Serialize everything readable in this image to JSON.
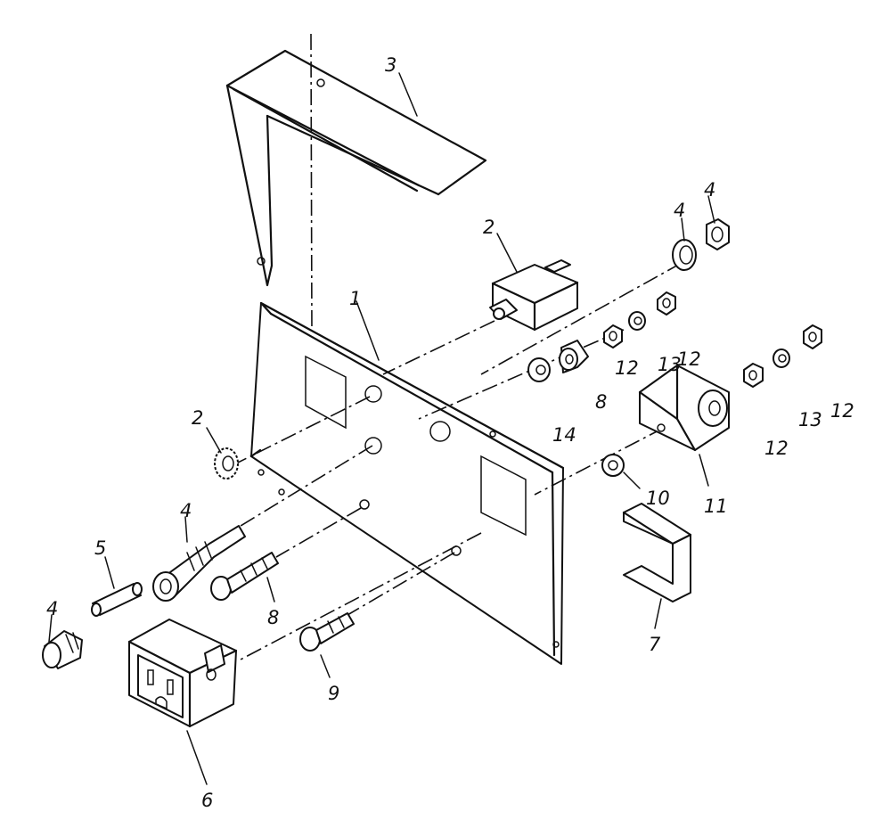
{
  "callouts": {
    "panel": "1",
    "switch_rear": "2",
    "switch_ring": "2",
    "bracket_top": "3",
    "nut_top": "4",
    "washer_top": "4",
    "fuse_holder": "4",
    "fuse_cap": "4",
    "fuse": "5",
    "outlet": "6",
    "clip": "7",
    "bushing": "8",
    "screw_8": "8",
    "screw_9": "9",
    "lock_washer": "10",
    "small_bracket": "11",
    "nut_a": "12",
    "nut_b": "12",
    "nut_c": "12",
    "nut_d": "12",
    "washer_a": "13",
    "washer_b": "13",
    "flat_washer": "14"
  },
  "colors": {
    "ink": "#111111",
    "paper": "#ffffff"
  }
}
